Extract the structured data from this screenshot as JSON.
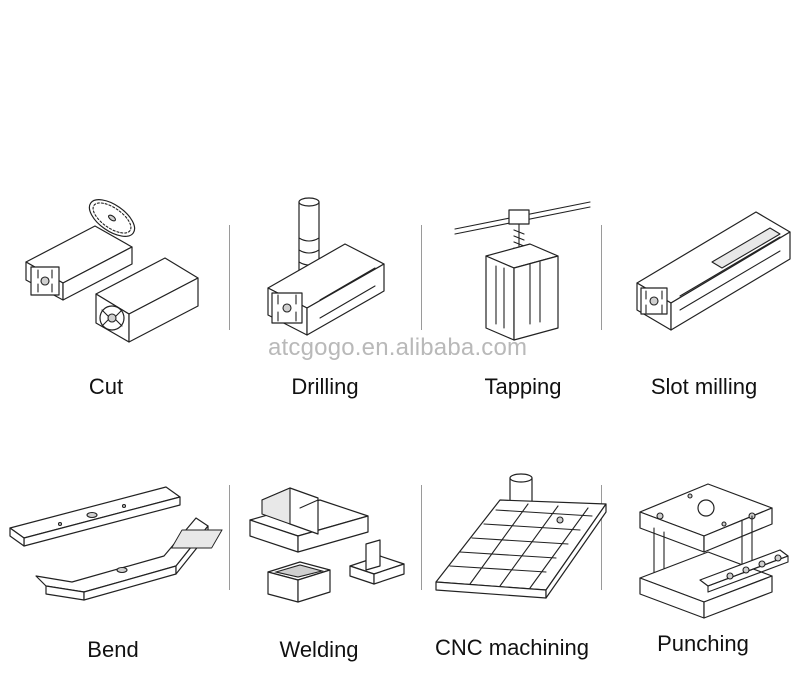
{
  "watermark": "atcgogo.en.alibaba.com",
  "processes": [
    {
      "label": "Cut",
      "icon": "saw-cut-icon"
    },
    {
      "label": "Drilling",
      "icon": "drill-icon"
    },
    {
      "label": "Tapping",
      "icon": "tap-icon"
    },
    {
      "label": "Slot milling",
      "icon": "slot-milling-icon"
    },
    {
      "label": "Bend",
      "icon": "bend-icon"
    },
    {
      "label": "Welding",
      "icon": "welding-icon"
    },
    {
      "label": "CNC machining",
      "icon": "cnc-machine-icon"
    },
    {
      "label": "Punching",
      "icon": "punch-press-icon"
    }
  ]
}
